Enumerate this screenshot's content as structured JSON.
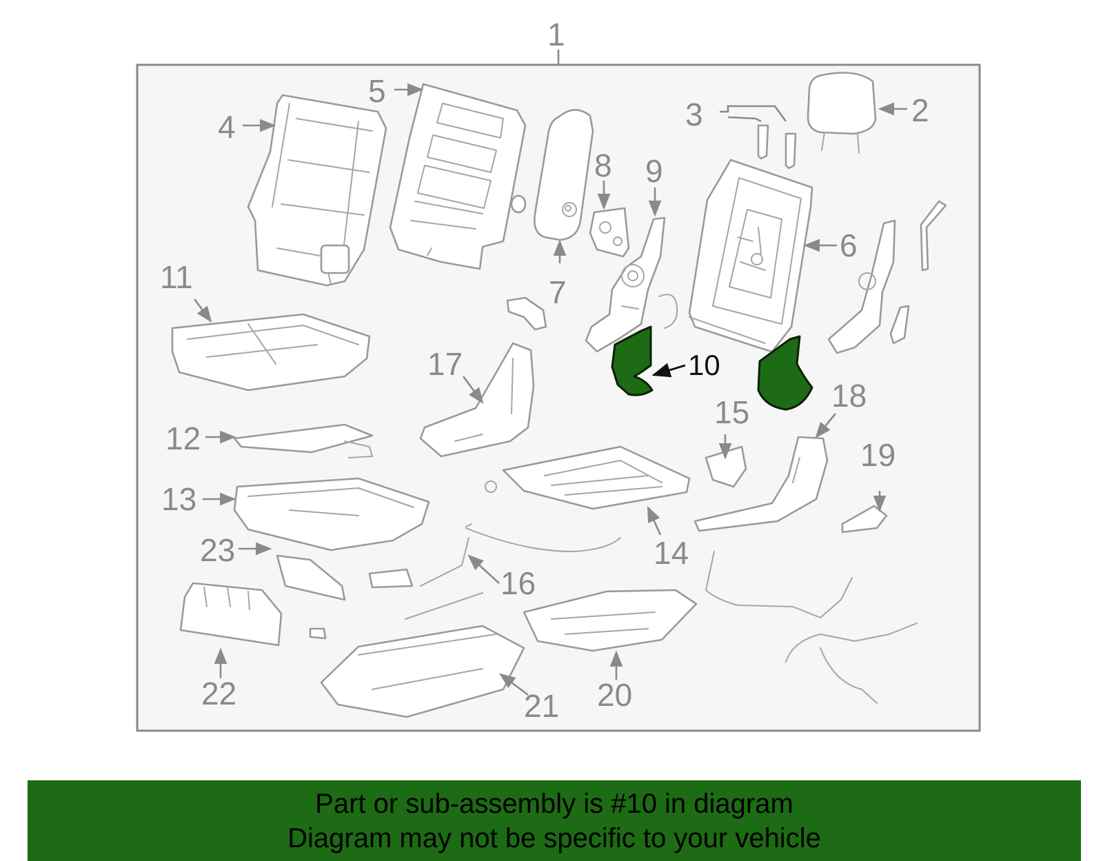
{
  "diagram": {
    "assembly_callout": "1",
    "highlighted_callout": "10",
    "callouts": [
      "2",
      "3",
      "4",
      "5",
      "6",
      "7",
      "8",
      "9",
      "11",
      "12",
      "13",
      "14",
      "15",
      "16",
      "17",
      "18",
      "19",
      "20",
      "21",
      "22",
      "23"
    ],
    "colors": {
      "highlight": "#1d6b14",
      "banner": "#1d6b14",
      "lines": "#9a9a9a",
      "frame_background": "#f6f6f6"
    }
  },
  "banner": {
    "line1": "Part or sub-assembly is #10 in diagram",
    "line2": "Diagram may not be specific to your vehicle"
  }
}
